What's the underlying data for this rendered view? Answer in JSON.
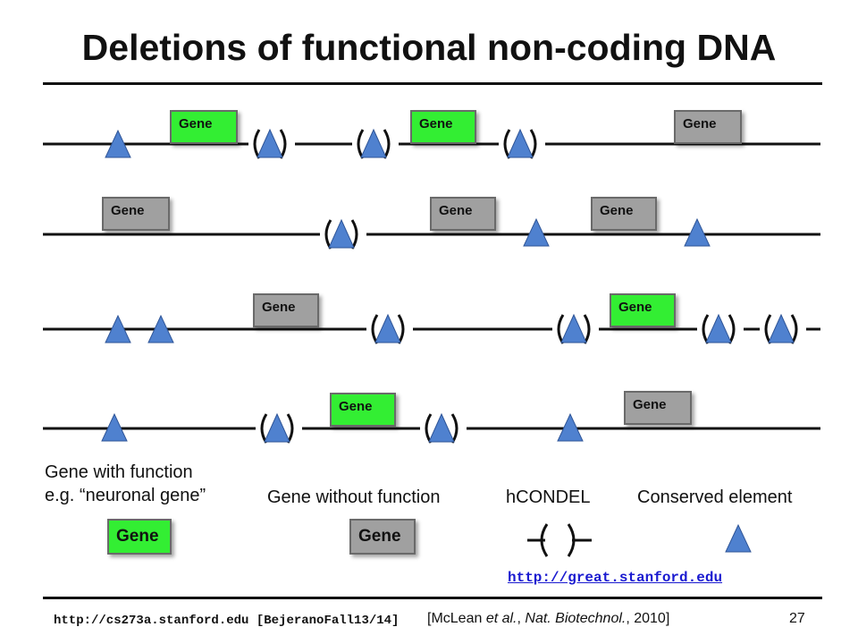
{
  "title": "Deletions of functional non-coding DNA",
  "gene_label": "Gene",
  "legend": {
    "functional_line1": "Gene with function",
    "functional_line2": "e.g. “neuronal gene”",
    "nonfunctional": "Gene without function",
    "hcondel": "hCONDEL",
    "conserved": "Conserved element",
    "gene_label": "Gene"
  },
  "link": "http://great.stanford.edu",
  "footer": {
    "course_url": "http://cs273a.stanford.edu [BejeranoFall13/14]",
    "citation_author": "[McLean ",
    "citation_etal": "et al.",
    "citation_sep": ", ",
    "citation_journal": "Nat. Biotechnol.",
    "citation_year": ", 2010]",
    "page_number": "27"
  },
  "colors": {
    "functional_gene": "#33ee33",
    "nonfunctional_gene": "#a0a0a0",
    "conserved_element": "#4f81cf",
    "link": "#1a1ad0"
  }
}
